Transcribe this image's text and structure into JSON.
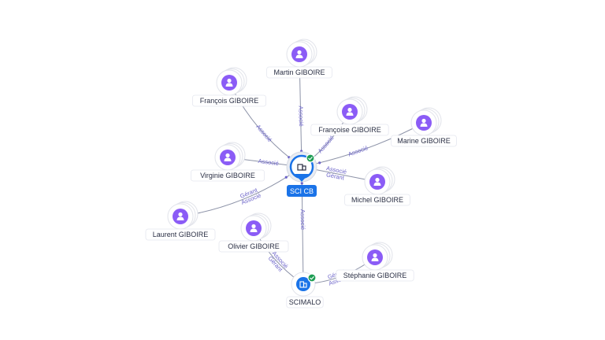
{
  "graph": {
    "center": {
      "label": "SCI CB",
      "verified": true
    },
    "company": {
      "label": "SCIMALO",
      "verified": true
    },
    "persons": [
      {
        "name": "Martin GIBOIRE",
        "relations": [
          "Associé"
        ]
      },
      {
        "name": "François GIBOIRE",
        "relations": [
          "Associé"
        ]
      },
      {
        "name": "Françoise GIBOIRE",
        "relations": [
          "Associé"
        ]
      },
      {
        "name": "Marine GIBOIRE",
        "relations": [
          "Associé"
        ]
      },
      {
        "name": "Virginie GIBOIRE",
        "relations": [
          "Associé"
        ]
      },
      {
        "name": "Michel GIBOIRE",
        "relations": [
          "Gérant",
          "Associé"
        ]
      },
      {
        "name": "Laurent GIBOIRE",
        "relations": [
          "Gérant",
          "Associé"
        ]
      },
      {
        "name": "Olivier GIBOIRE",
        "relations": [
          "Associé",
          "Gérant"
        ]
      },
      {
        "name": "Stéphanie GIBOIRE",
        "relations": [
          "Associé",
          "Gérant"
        ]
      }
    ],
    "company_link": {
      "relations": [
        "Associé"
      ]
    },
    "colors": {
      "person": "#8b5cf6",
      "company": "#1a73e8",
      "verified": "#1e9e54",
      "edge": "#8d93a8",
      "edge_label": "#6b63c9"
    }
  }
}
